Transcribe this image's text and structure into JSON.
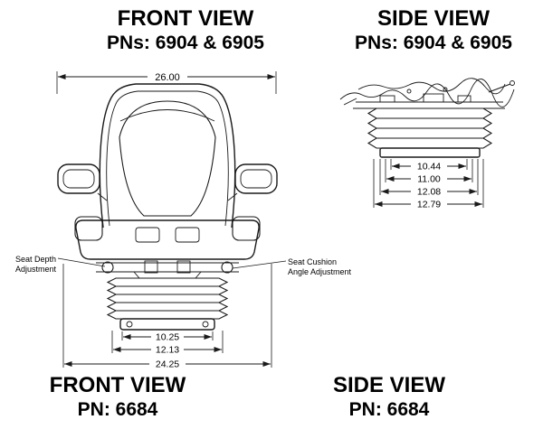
{
  "headings": {
    "front_top_view": "FRONT VIEW",
    "front_top_pn": "PNs: 6904 & 6905",
    "side_top_view": "SIDE VIEW",
    "side_top_pn": "PNs: 6904 & 6905",
    "front_bottom_view": "FRONT VIEW",
    "front_bottom_pn": "PN: 6684",
    "side_bottom_view": "SIDE VIEW",
    "side_bottom_pn": "PN: 6684"
  },
  "front_view": {
    "dim_top_width": "26.00",
    "dim_bottom_inner": "10.25",
    "dim_bottom_mid": "12.13",
    "dim_bottom_overall": "24.25",
    "label_seat_depth_line1": "Seat Depth",
    "label_seat_depth_line2": "Adjustment",
    "label_seat_cushion_line1": "Seat Cushion",
    "label_seat_cushion_line2": "Angle Adjustment"
  },
  "side_view": {
    "dims": [
      "10.44",
      "11.00",
      "12.08",
      "12.79"
    ]
  },
  "colors": {
    "line": "#1a1a1a",
    "text": "#000000",
    "background": "#ffffff"
  }
}
